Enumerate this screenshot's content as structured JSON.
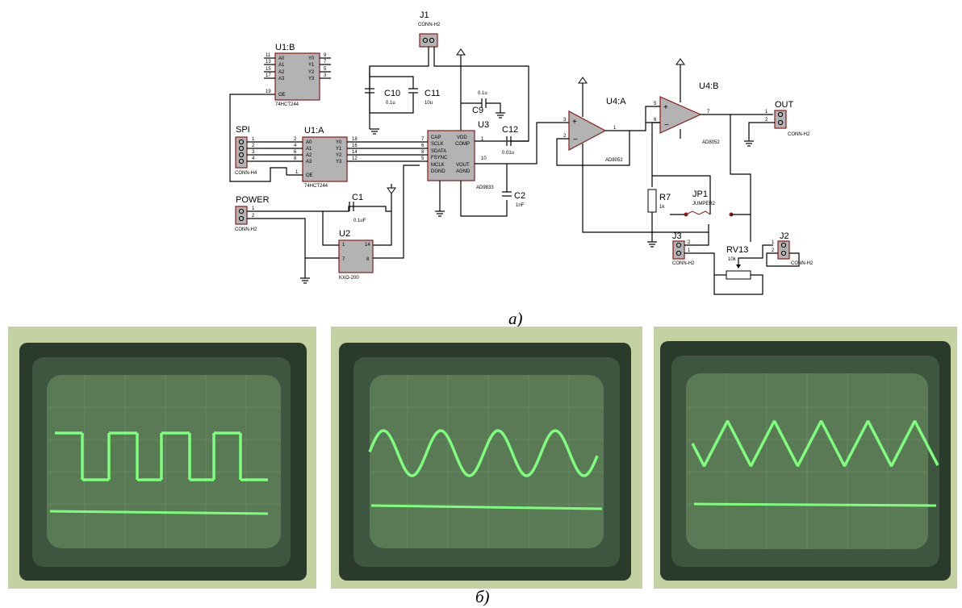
{
  "figure": {
    "caption_a": "а)",
    "caption_b": "б)"
  },
  "schematic": {
    "u1b": {
      "ref": "U1:B",
      "part": "74HCT244",
      "pins_l": [
        "11",
        "13",
        "15",
        "17"
      ],
      "pins_r": [
        "9",
        "7",
        "5",
        "3"
      ],
      "in": [
        "A0",
        "A1",
        "A2",
        "A3"
      ],
      "out": [
        "Y0",
        "Y1",
        "Y2",
        "Y3"
      ],
      "oe_pin": "19",
      "oe": "OE"
    },
    "u1a": {
      "ref": "U1:A",
      "part": "74HCT244",
      "pins_l": [
        "2",
        "4",
        "6",
        "8"
      ],
      "pins_r": [
        "18",
        "16",
        "14",
        "12"
      ],
      "in": [
        "A0",
        "A1",
        "A2",
        "A3"
      ],
      "out": [
        "Y0",
        "Y1",
        "Y2",
        "Y3"
      ],
      "oe_pin": "1",
      "oe": "OE"
    },
    "spi": {
      "ref": "SPI",
      "part": "CONN-H4",
      "pins": [
        "1",
        "2",
        "3",
        "4"
      ]
    },
    "power": {
      "ref": "POWER",
      "part": "CONN-H2",
      "pins": [
        "1",
        "2"
      ]
    },
    "j1": {
      "ref": "J1",
      "part": "CONN-H2"
    },
    "c10": {
      "ref": "C10",
      "val": "0.1u"
    },
    "c11": {
      "ref": "C11",
      "val": "10u"
    },
    "c9": {
      "ref": "C9",
      "val": "0.1u"
    },
    "c12": {
      "ref": "C12",
      "val": "0.01u"
    },
    "c2": {
      "ref": "C2",
      "val": "1nF"
    },
    "c1": {
      "ref": "C1",
      "val": "0.1uF"
    },
    "u3": {
      "ref": "U3",
      "part": "AD9833",
      "pins_l": [
        "7",
        "6",
        "8",
        "5"
      ],
      "in": [
        "CAP",
        "SCLK",
        "SDATA",
        "FSYNC",
        "MCLK",
        "DGND"
      ],
      "out": [
        "VDD",
        "COMP",
        "VOUT",
        "AGND"
      ],
      "pins_r": [
        "1",
        "10"
      ]
    },
    "u2": {
      "ref": "U2",
      "part": "KXO-200",
      "pins": [
        "1",
        "14",
        "7",
        "8"
      ]
    },
    "u4a": {
      "ref": "U4:A",
      "part": "AD8052",
      "pins": [
        "3",
        "2",
        "1"
      ]
    },
    "u4b": {
      "ref": "U4:B",
      "part": "AD8052",
      "pins": [
        "5",
        "6",
        "7"
      ]
    },
    "r7": {
      "ref": "R7",
      "val": "1k"
    },
    "jp1": {
      "ref": "JP1",
      "part": "JUMPER2"
    },
    "j3": {
      "ref": "J3",
      "part": "CONN-H2",
      "pins": [
        "2",
        "1"
      ]
    },
    "j2": {
      "ref": "J2",
      "part": "CONN-H2",
      "pins": [
        "1",
        "2"
      ]
    },
    "rv13": {
      "ref": "RV13",
      "val": "10k"
    },
    "out": {
      "ref": "OUT",
      "part": "CONN-H2",
      "pins": [
        "1",
        "2"
      ]
    }
  },
  "oscillograms": [
    {
      "waveform": "square"
    },
    {
      "waveform": "sine"
    },
    {
      "waveform": "triangle"
    }
  ],
  "colors": {
    "chip": "#b3b3b3",
    "border": "#8b1a1a",
    "wire": "#000000",
    "trace": "#7dff7d",
    "screen": "#1c3020",
    "bezel": "#c9d6aa"
  }
}
